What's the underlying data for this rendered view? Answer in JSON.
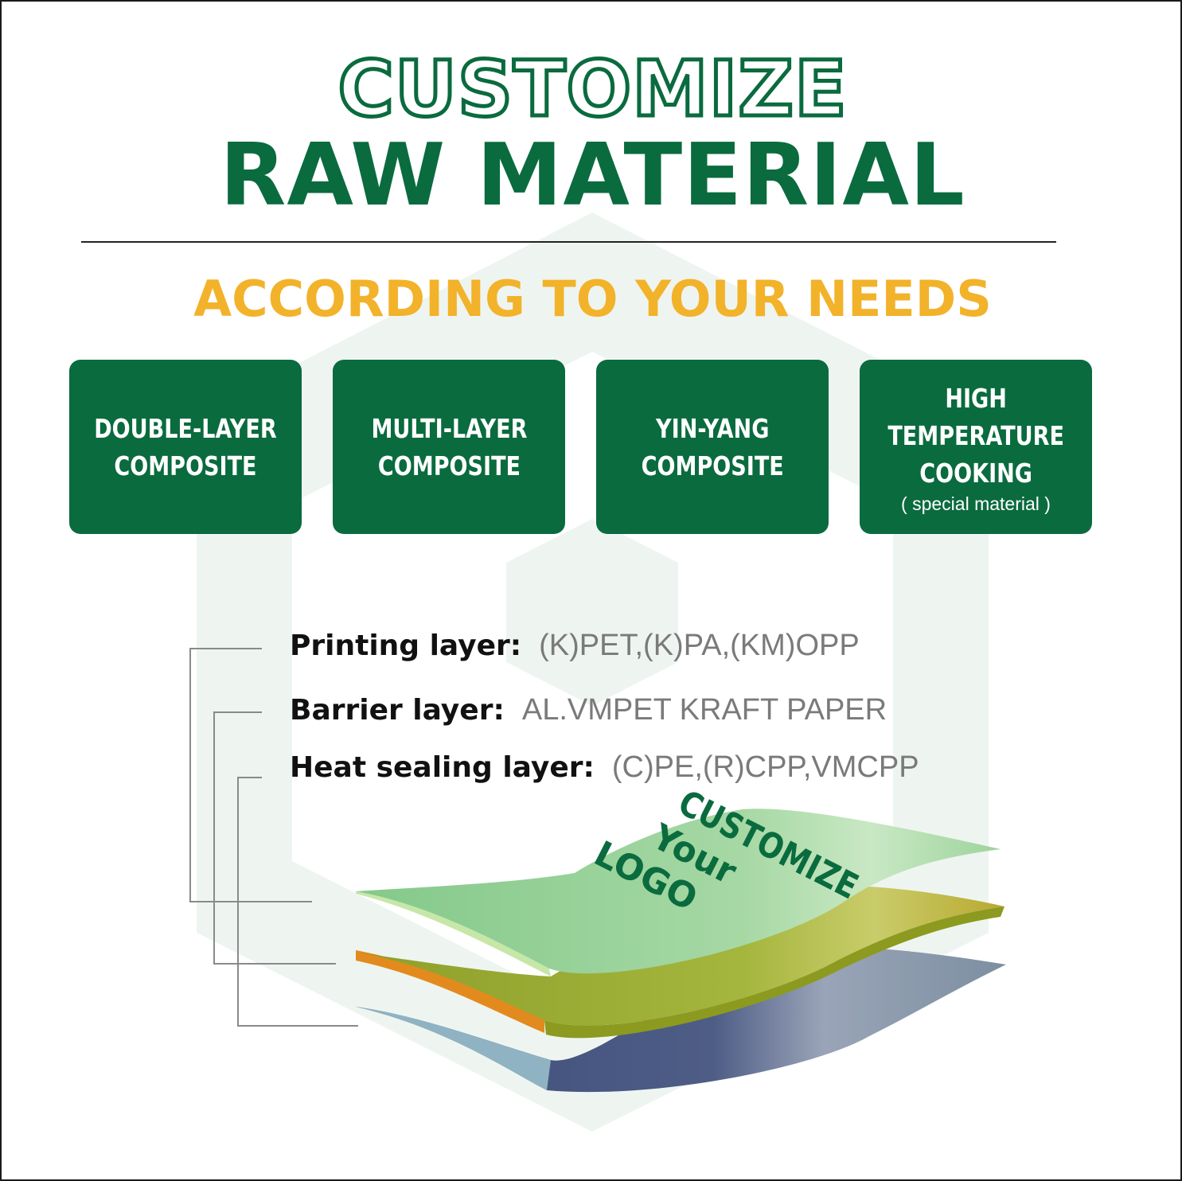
{
  "header": {
    "title_outline": "CUSTOMIZE",
    "title_main": "RAW MATERIAL",
    "subtitle": "ACCORDING TO YOUR NEEDS"
  },
  "cards": [
    {
      "title": "DOUBLE-LAYER\nCOMPOSITE",
      "note": ""
    },
    {
      "title": "MULTI-LAYER\nCOMPOSITE",
      "note": ""
    },
    {
      "title": "YIN-YANG\nCOMPOSITE",
      "note": ""
    },
    {
      "title": "HIGH\nTEMPERATURE\nCOOKING",
      "note": "( special material )"
    }
  ],
  "layers": [
    {
      "label": "Printing layer:",
      "value": "(K)PET,(K)PA,(KM)OPP"
    },
    {
      "label": "Barrier layer:",
      "value": "AL.VMPET KRAFT PAPER"
    },
    {
      "label": "Heat sealing layer:",
      "value": "(C)PE,(R)CPP,VMCPP"
    }
  ],
  "sheet_text": {
    "line1": "CUSTOMIZE",
    "line2": "Your",
    "line3": "LOGO"
  },
  "colors": {
    "brand_green": "#0a6b3e",
    "accent_yellow": "#f2b22a",
    "top_sheet": "#9fd49f",
    "middle_sheet": "#9aaa33",
    "bottom_sheet": "#4a5a80"
  }
}
